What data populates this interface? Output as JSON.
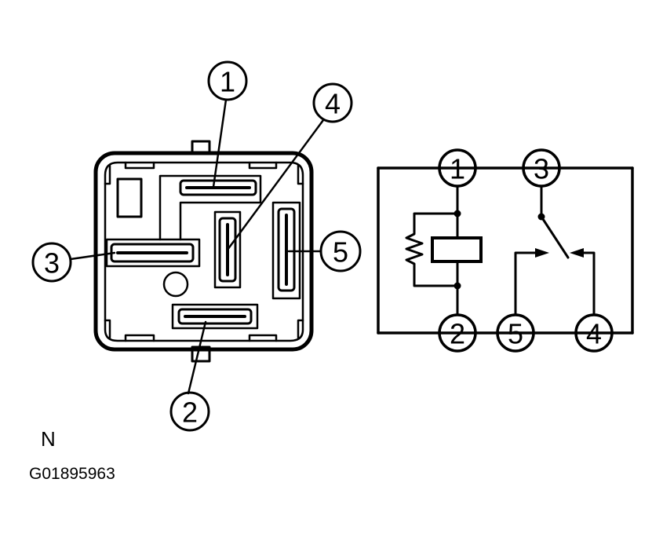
{
  "relay_face": {
    "pin_labels": [
      "1",
      "2",
      "3",
      "4",
      "5"
    ]
  },
  "schematic": {
    "pin_labels": [
      "1",
      "3",
      "2",
      "5",
      "4"
    ]
  },
  "captions": {
    "view_letter": "N",
    "figure_code": "G01895963"
  }
}
